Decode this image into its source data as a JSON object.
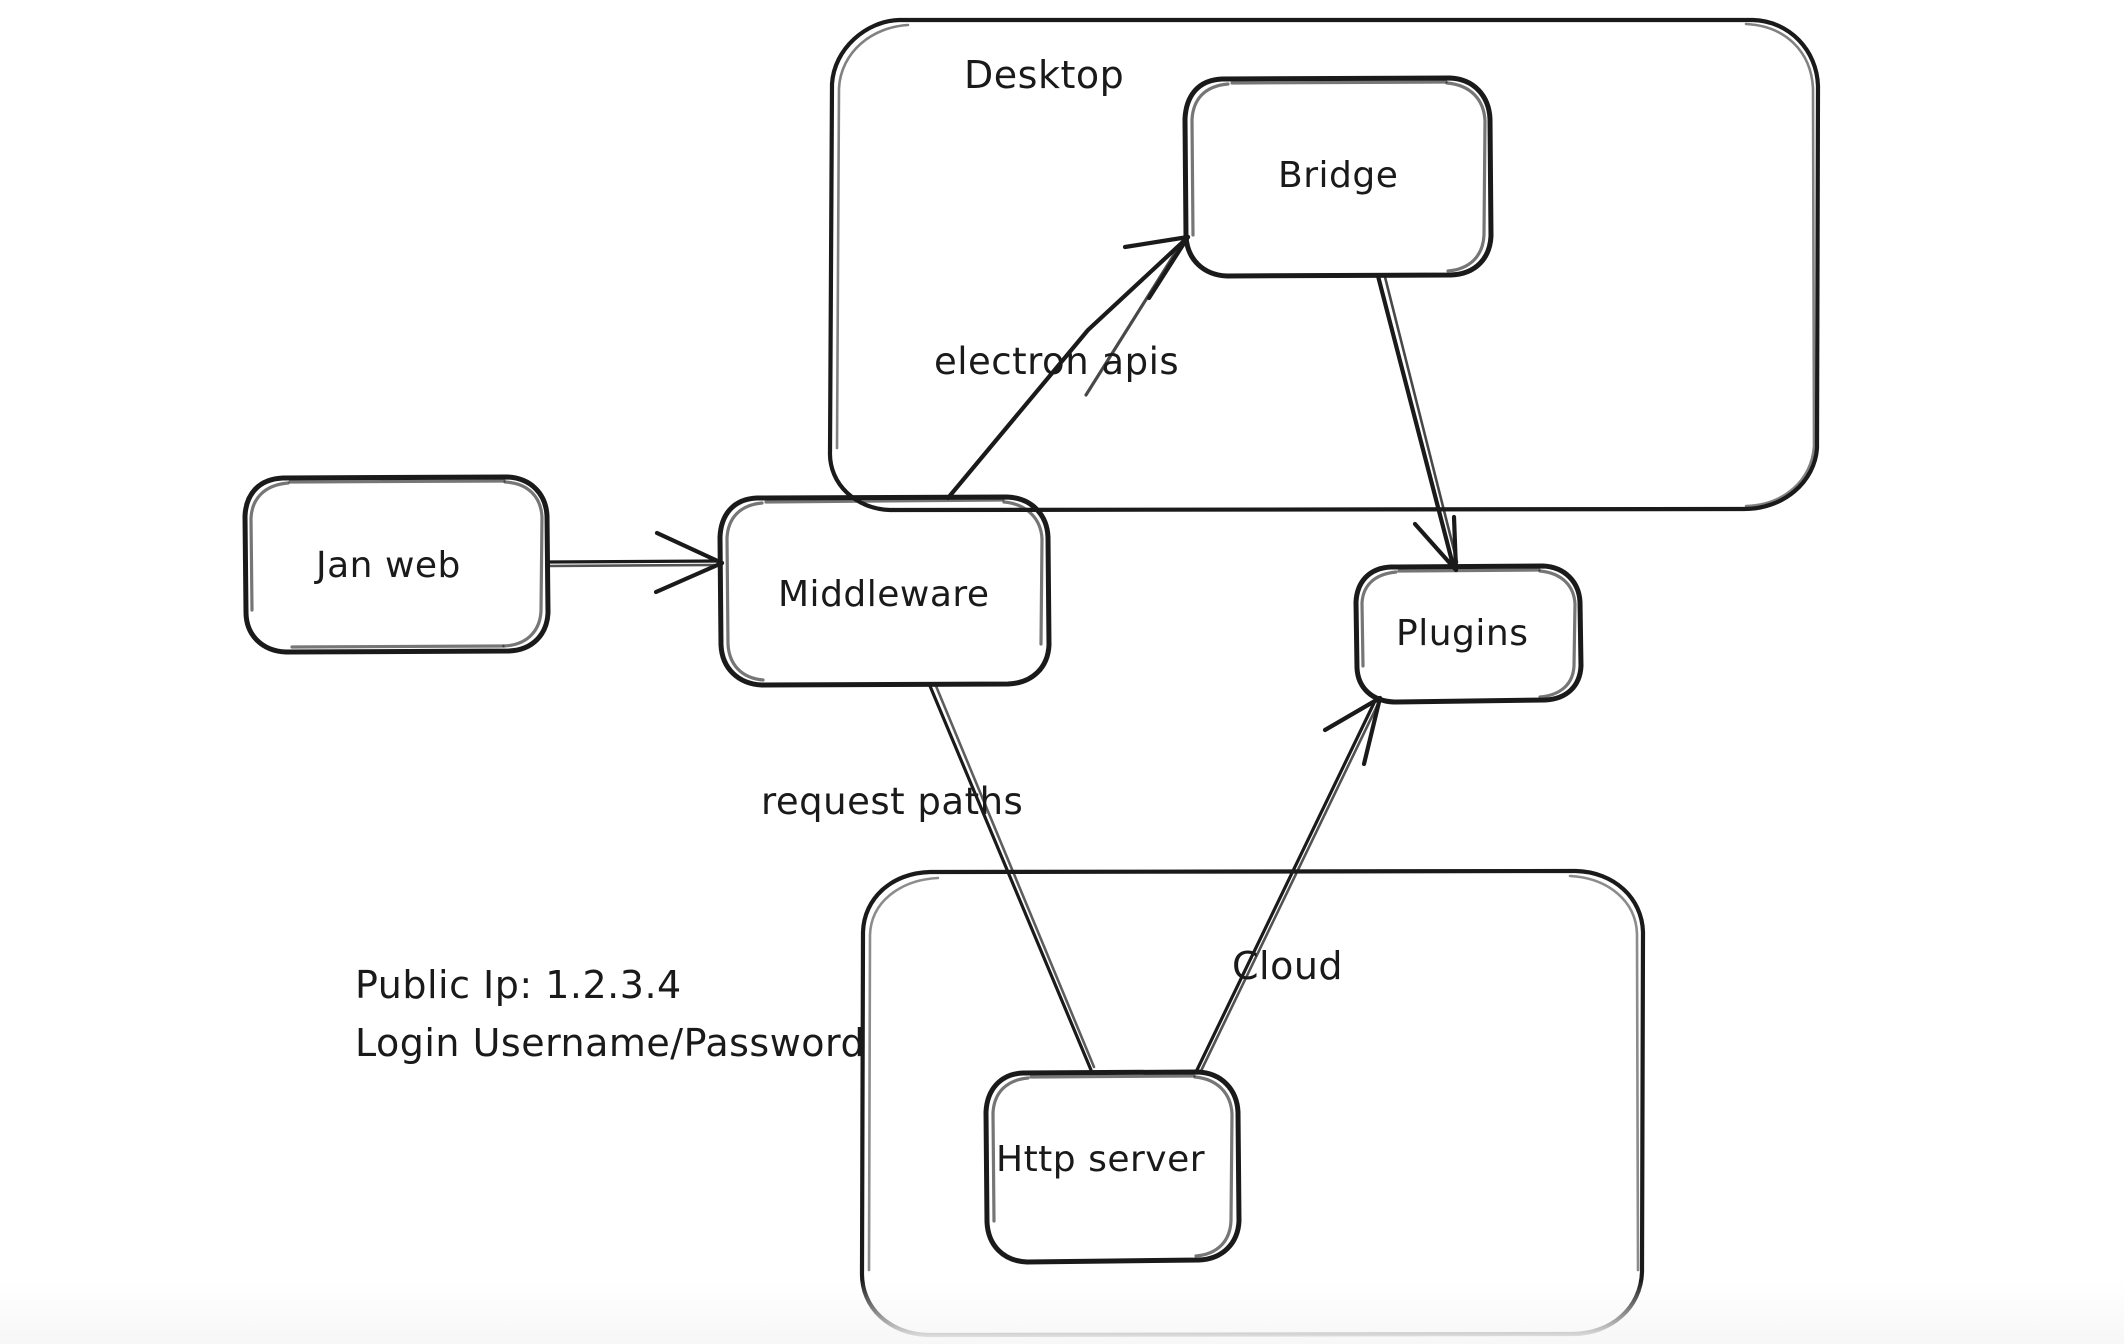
{
  "diagram": {
    "title": "Jan application architecture sketch",
    "style": "hand-drawn whiteboard sketch",
    "stroke_color": "#1a1a1a",
    "background_color": "#ffffff",
    "containers": [
      {
        "id": "desktop",
        "label": "Desktop"
      },
      {
        "id": "cloud",
        "label": "Cloud"
      }
    ],
    "nodes": [
      {
        "id": "jan-web",
        "label": "Jan web"
      },
      {
        "id": "middleware",
        "label": "Middleware"
      },
      {
        "id": "bridge",
        "label": "Bridge"
      },
      {
        "id": "plugins",
        "label": "Plugins"
      },
      {
        "id": "http-server",
        "label": "Http server"
      }
    ],
    "edges": [
      {
        "id": "jan-web-to-middleware",
        "from": "Jan web",
        "to": "Middleware",
        "label": "",
        "arrow": true
      },
      {
        "id": "middleware-to-bridge",
        "from": "Middleware",
        "to": "Bridge",
        "label": "electron apis",
        "arrow": true
      },
      {
        "id": "bridge-to-plugins",
        "from": "Bridge",
        "to": "Plugins",
        "label": "",
        "arrow": true
      },
      {
        "id": "middleware-to-http-server",
        "from": "Middleware",
        "to": "Http server",
        "label": "request paths",
        "arrow": false
      },
      {
        "id": "http-server-to-plugins",
        "from": "Http server",
        "to": "Plugins",
        "label": "Cloud",
        "arrow": true
      }
    ],
    "notes": {
      "public_ip_line": "Public Ip: 1.2.3.4",
      "login_line": "Login Username/Password"
    }
  }
}
